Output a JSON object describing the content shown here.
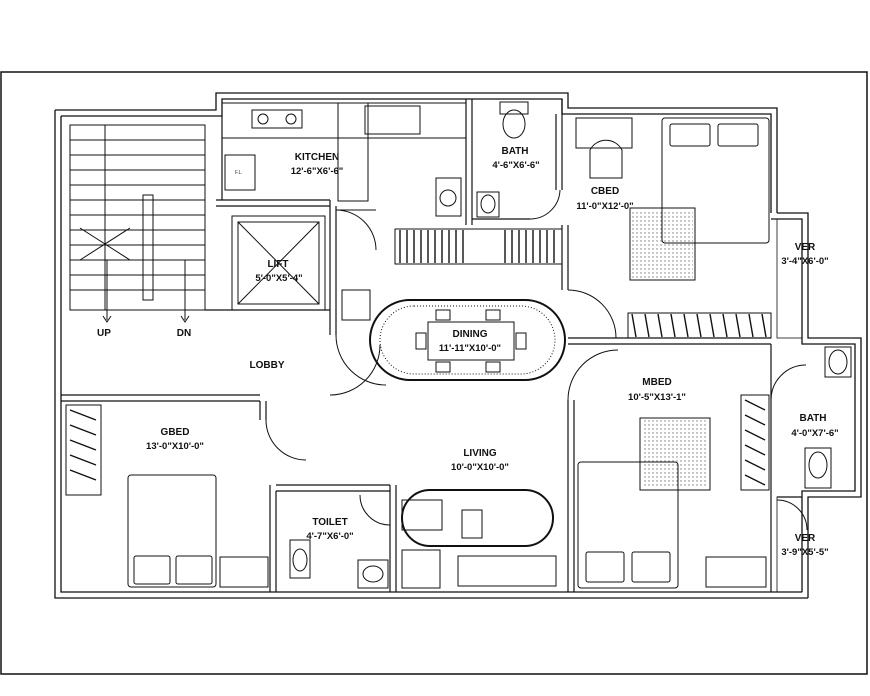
{
  "rooms": {
    "kitchen": {
      "name": "KITCHEN",
      "size": "12'-6\"X6'-6\""
    },
    "bath_top": {
      "name": "BATH",
      "size": "4'-6\"X6'-6\""
    },
    "cbed": {
      "name": "CBED",
      "size": "11'-0\"X12'-0\""
    },
    "lift": {
      "name": "LIFT",
      "size": "5'-0\"X5'-4\""
    },
    "dining": {
      "name": "DINING",
      "size": "11'-11\"X10'-0\""
    },
    "ver_top": {
      "name": "VER",
      "size": "3'-4\"X6'-0\""
    },
    "lobby": {
      "name": "LOBBY"
    },
    "mbed": {
      "name": "MBED",
      "size": "10'-5\"X13'-1\""
    },
    "bath_right": {
      "name": "BATH",
      "size": "4'-0\"X7'-6\""
    },
    "gbed": {
      "name": "GBED",
      "size": "13'-0\"X10'-0\""
    },
    "living": {
      "name": "LIVING",
      "size": "10'-0\"X10'-0\""
    },
    "toilet": {
      "name": "TOILET",
      "size": "4'-7\"X6'-0\""
    },
    "ver_bottom": {
      "name": "VER",
      "size": "3'-9\"X5'-5\""
    }
  },
  "stair": {
    "up": "UP",
    "dn": "DN"
  },
  "fridge_label": "F.L"
}
